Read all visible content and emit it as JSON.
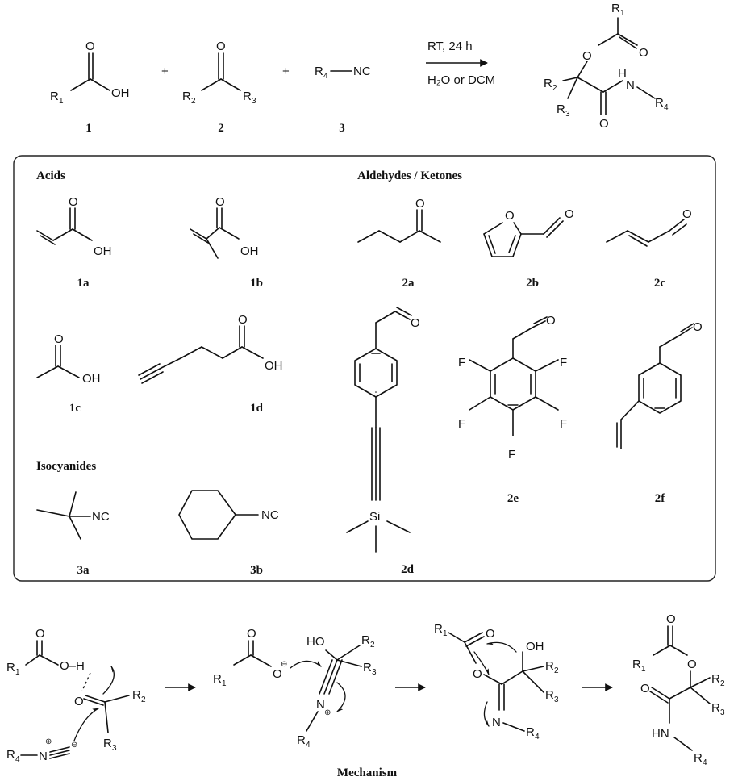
{
  "reaction": {
    "plus": "+",
    "conditions_line1": "RT, 24 h",
    "conditions_line2": "H₂O or DCM",
    "reagent_labels": [
      "1",
      "2",
      "3"
    ]
  },
  "atoms": {
    "O": "O",
    "OH": "OH",
    "NC": "NC",
    "HO": "HO",
    "H": "H",
    "N": "N",
    "HN": "HN",
    "O_H": "O–H",
    "F": "F",
    "Si": "Si",
    "R": "R",
    "sub1": "1",
    "sub2": "2",
    "sub3": "3",
    "sub4": "4",
    "plus_charge": "⊕",
    "minus_charge": "⊖"
  },
  "panel": {
    "acids_heading": "Acids",
    "carbonyls_heading": "Aldehydes / Ketones",
    "isocyanides_heading": "Isocyanides",
    "labels": {
      "a1": "1a",
      "b1": "1b",
      "c1": "1c",
      "d1": "1d",
      "a2": "2a",
      "b2": "2b",
      "c2": "2c",
      "d2": "2d",
      "e2": "2e",
      "f2": "2f",
      "a3": "3a",
      "b3": "3b"
    }
  },
  "mechanism": {
    "caption": "Mechanism"
  }
}
